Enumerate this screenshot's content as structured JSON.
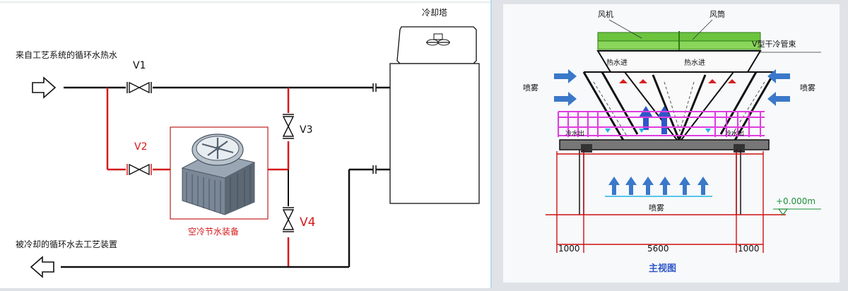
{
  "left": {
    "input_label": "来自工艺系统的循环水热水",
    "output_label": "被冷却的循环水去工艺装置",
    "tower_label": "冷却塔",
    "unit_label": "空冷节水装备",
    "valves": [
      "V1",
      "V2",
      "V3",
      "V4"
    ]
  },
  "right": {
    "fan_label": "风机",
    "fan_cylinder_label": "风筒",
    "tube_label": "V型干冷管束",
    "hot_in_label": "热水进",
    "cold_out_label": "冷水出",
    "spray_label": "喷雾",
    "elevation_label": "+0.000m",
    "dims": [
      "1000",
      "5600",
      "1000"
    ],
    "view_title": "主视图"
  },
  "colors": {
    "pipe_black": "#111111",
    "pipe_red": "#d41a1a",
    "arrow_blue": "#3a78c9",
    "platform_magenta": "#e03ce0",
    "fan_green": "#4caf2a",
    "dim_red": "#d01010"
  }
}
